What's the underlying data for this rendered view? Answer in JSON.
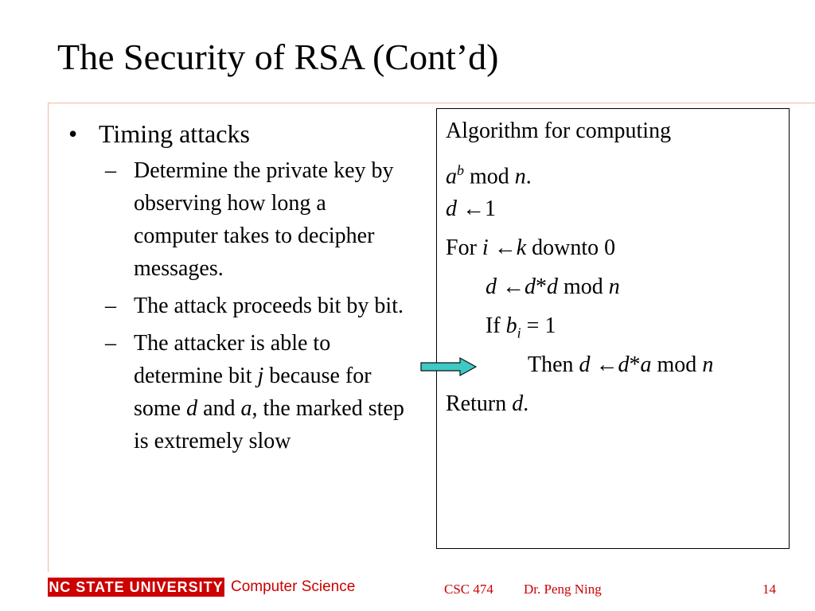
{
  "slide": {
    "title": "The Security of RSA (Cont’d)",
    "bullet": {
      "marker": "•",
      "text": "Timing attacks",
      "sub_marker": "–",
      "subs": [
        "Determine the private key by observing how long a computer takes to decipher messages.",
        "The attack proceeds bit by bit.",
        {
          "p1": "The attacker is able to determine bit ",
          "v1": "j",
          "p2": " because for some ",
          "v2": "d",
          "p3": " and ",
          "v3": "a",
          "p4": ", the marked step is extremely slow"
        }
      ]
    },
    "algorithm": {
      "line1": "Algorithm for computing",
      "line2": {
        "a": "a",
        "b": "b",
        "rest": " mod ",
        "n": "n",
        "dot": "."
      },
      "line3": {
        "d": "d",
        "arrow": "←",
        "val": "1"
      },
      "line4": {
        "for": "For ",
        "i": "i",
        "arrow": "←",
        "k": "k",
        "rest": " downto 0"
      },
      "line5": {
        "d": "d",
        "arrow": "←",
        "dd": "d",
        "star": "*",
        "d2": "d",
        "mod": " mod ",
        "n": "n"
      },
      "line6": {
        "if": "If ",
        "b": "b",
        "i": "i",
        "rest": " = 1"
      },
      "line7": {
        "then": "Then ",
        "d": "d",
        "arrow": "←",
        "dd": "d",
        "star": "*",
        "a": "a",
        "mod": " mod ",
        "n": "n"
      },
      "line8": {
        "ret": "Return ",
        "d": "d",
        "dot": "."
      }
    },
    "arrow_color": "#3ec9c4"
  },
  "footer": {
    "logo": "NC STATE UNIVERSITY",
    "department": "Computer Science",
    "course": "CSC 474",
    "instructor": "Dr. Peng Ning",
    "page_number": "14",
    "accent_color": "#cc0000"
  }
}
